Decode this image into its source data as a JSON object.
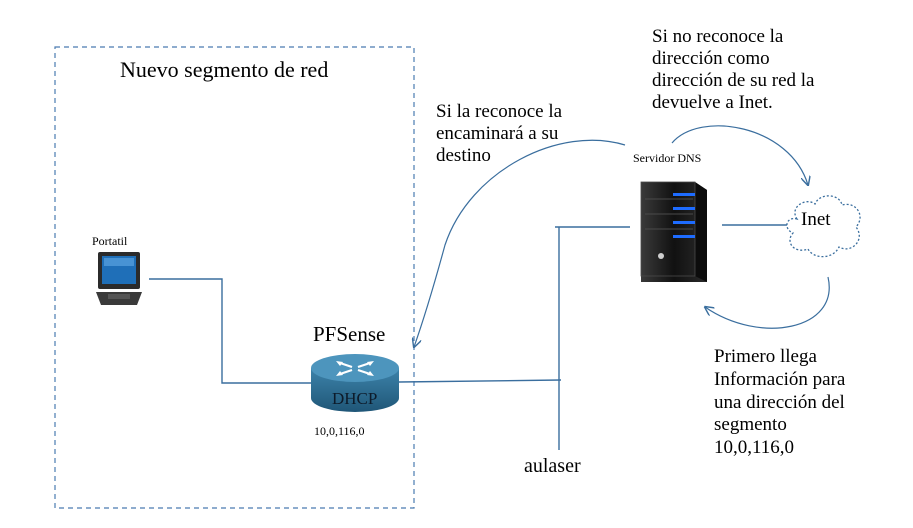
{
  "segment": {
    "title": "Nuevo segmento de red"
  },
  "devices": {
    "laptop_label": "Portatil",
    "router_label": "PFSense",
    "router_service": "DHCP",
    "router_ip": "10,0,116,0",
    "server_label": "Servidor DNS",
    "cloud_label": "Inet",
    "switch_label": "aulaser"
  },
  "notes": {
    "known": [
      "Si la reconoce la",
      "encaminará a su",
      "destino"
    ],
    "unknown": [
      "Si no reconoce la",
      "dirección como",
      "dirección de su red la",
      "devuelve a Inet."
    ],
    "first": [
      "Primero llega",
      "Información para",
      "una dirección del",
      "segmento",
      "10,0,116,0"
    ]
  },
  "colors": {
    "link_line": "#3a6e9e",
    "dashed_border": "#4a7bb0",
    "router_body": "#2e6f95",
    "router_top": "#4d95bd",
    "server_body": "#1b1b1b",
    "server_led": "#1e6cff"
  },
  "icons": [
    "laptop-icon",
    "router-icon",
    "server-icon",
    "cloud-icon"
  ]
}
